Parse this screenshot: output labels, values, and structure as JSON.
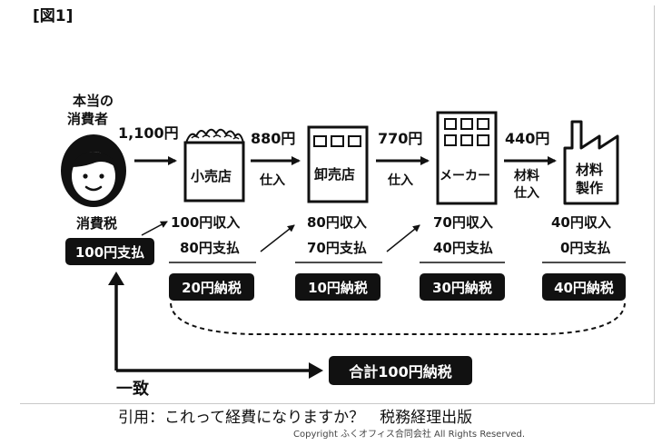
{
  "figure_label": "[図1]",
  "consumer": {
    "title_line1": "本当の",
    "title_line2": "消費者",
    "tax_label": "消費税",
    "payment": "100円支払"
  },
  "prices": {
    "consumer_to_retailer": "1,100円",
    "retailer_to_wholesaler": "880円",
    "wholesaler_to_maker": "770円",
    "maker_to_supplier": "440円"
  },
  "transaction_labels": {
    "retail_purchase": "仕入",
    "wholesale_purchase": "仕入",
    "material_line1": "材料",
    "material_line2": "仕入"
  },
  "stages": [
    {
      "name": "小売店",
      "received": "100円収入",
      "paid": "80円支払",
      "tax_paid": "20円納税"
    },
    {
      "name": "卸売店",
      "received": "80円収入",
      "paid": "70円支払",
      "tax_paid": "10円納税"
    },
    {
      "name": "メーカー",
      "received": "70円収入",
      "paid": "40円支払",
      "tax_paid": "30円納税"
    },
    {
      "name_line1": "材料",
      "name_line2": "製作",
      "received": "40円収入",
      "paid": "0円支払",
      "tax_paid": "40円納税"
    }
  ],
  "total": "合計100円納税",
  "match_label": "一致",
  "caption": "引用：これって経費になりますか？　税務経理出版",
  "copyright": "Copyright ふくオフィス合同会社 All Rights Reserved."
}
